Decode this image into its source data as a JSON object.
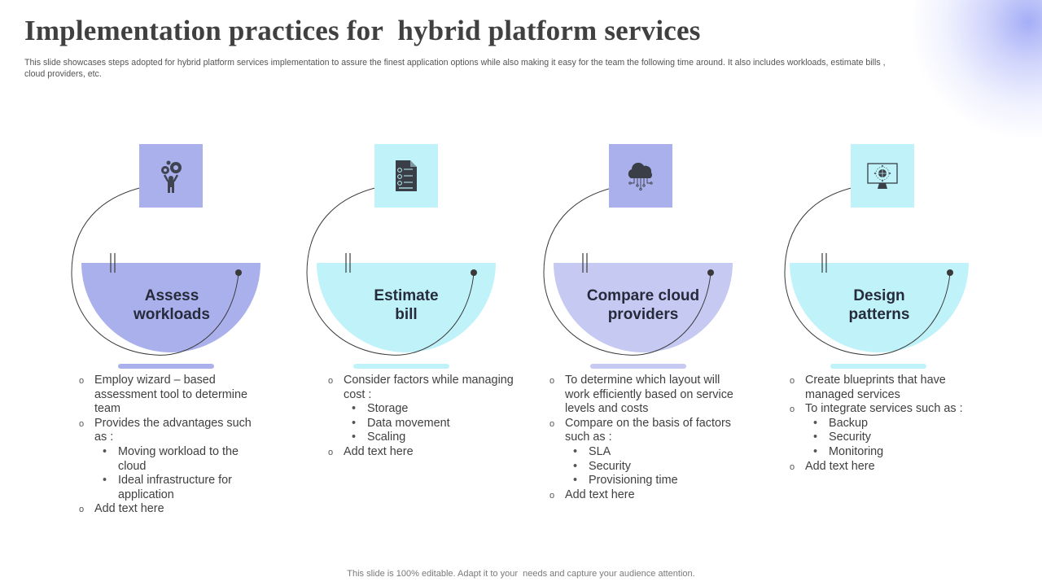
{
  "slide": {
    "title": "Implementation practices for  hybrid platform services",
    "subtitle": "This slide showcases steps adopted for hybrid platform services implementation to assure the finest application options while also making it easy for the team the following time around. It also includes workloads, estimate bills , cloud providers, etc.",
    "footer": "This slide is 100% editable. Adapt it to your  needs and capture your audience attention."
  },
  "colors": {
    "lavender": "#aab0ec",
    "light_lavender": "#c6caf2",
    "aqua": "#bff3f9",
    "text_dark": "#262b3b",
    "body_text": "#404040",
    "line": "#3a3a3a"
  },
  "steps": [
    {
      "icon": "person-gears-icon",
      "label_line1": "Assess",
      "label_line2": "workloads",
      "bullets": [
        {
          "level": 1,
          "text": "Employ wizard – based assessment tool  to determine team"
        },
        {
          "level": 1,
          "text": "Provides the advantages such as :"
        },
        {
          "level": 2,
          "text": "Moving workload to the cloud"
        },
        {
          "level": 2,
          "text": "Ideal infrastructure for application"
        },
        {
          "level": 1,
          "text": "Add text here"
        }
      ]
    },
    {
      "icon": "document-checklist-icon",
      "label_line1": "Estimate",
      "label_line2": "bill",
      "bullets": [
        {
          "level": 1,
          "text": "Consider factors while managing cost :"
        },
        {
          "level": 2,
          "text": "Storage"
        },
        {
          "level": 2,
          "text": "Data movement"
        },
        {
          "level": 2,
          "text": "Scaling"
        },
        {
          "level": 1,
          "text": "Add text here"
        }
      ]
    },
    {
      "icon": "cloud-network-icon",
      "label_line1": "Compare cloud",
      "label_line2": "providers",
      "bullets": [
        {
          "level": 1,
          "text": "To determine which layout will work efficiently based on service levels and  costs"
        },
        {
          "level": 1,
          "text": "Compare on the basis of factors  such as :"
        },
        {
          "level": 2,
          "text": "SLA"
        },
        {
          "level": 2,
          "text": "Security"
        },
        {
          "level": 2,
          "text": "Provisioning time"
        },
        {
          "level": 1,
          "text": "Add text here"
        }
      ]
    },
    {
      "icon": "monitor-globe-icon",
      "label_line1": "Design",
      "label_line2": "patterns",
      "bullets": [
        {
          "level": 1,
          "text": "Create blueprints that have managed services"
        },
        {
          "level": 1,
          "text": "To integrate services such as :"
        },
        {
          "level": 2,
          "text": "Backup"
        },
        {
          "level": 2,
          "text": "Security"
        },
        {
          "level": 2,
          "text": "Monitoring"
        },
        {
          "level": 1,
          "text": "Add text here"
        }
      ]
    }
  ]
}
